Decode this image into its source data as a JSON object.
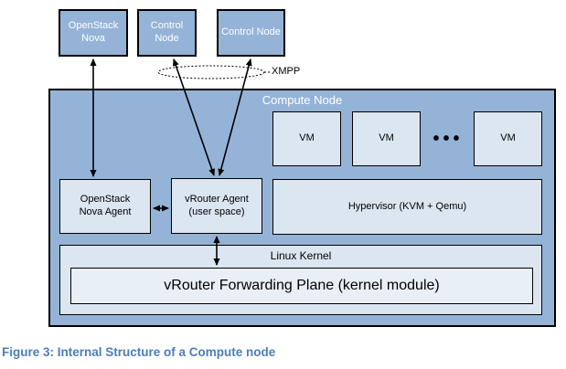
{
  "diagram": {
    "top_nodes": [
      {
        "label": "OpenStack Nova"
      },
      {
        "label": "Control Node"
      },
      {
        "label": "Control Node"
      }
    ],
    "xmpp_label": "XMPP",
    "compute_node": {
      "title": "Compute Node",
      "vms": [
        {
          "label": "VM"
        },
        {
          "label": "VM"
        },
        {
          "label": "VM"
        }
      ],
      "vm_ellipsis": "•••",
      "nova_agent": "OpenStack Nova Agent",
      "vrouter_agent": "vRouter Agent (user space)",
      "hypervisor": "Hypervisor (KVM + Qemu)",
      "linux_kernel": "Linux Kernel",
      "forwarding_plane": "vRouter Forwarding Plane (kernel module)"
    },
    "caption": "Figure 3: Internal Structure of a Compute node",
    "colors": {
      "node_fill": "#95b3d7",
      "light_fill": "#dce6f1",
      "forwarding_fill": "#e9eff7",
      "border": "#000000",
      "node_text": "#ffffff",
      "caption_text": "#4a7ebb"
    }
  }
}
